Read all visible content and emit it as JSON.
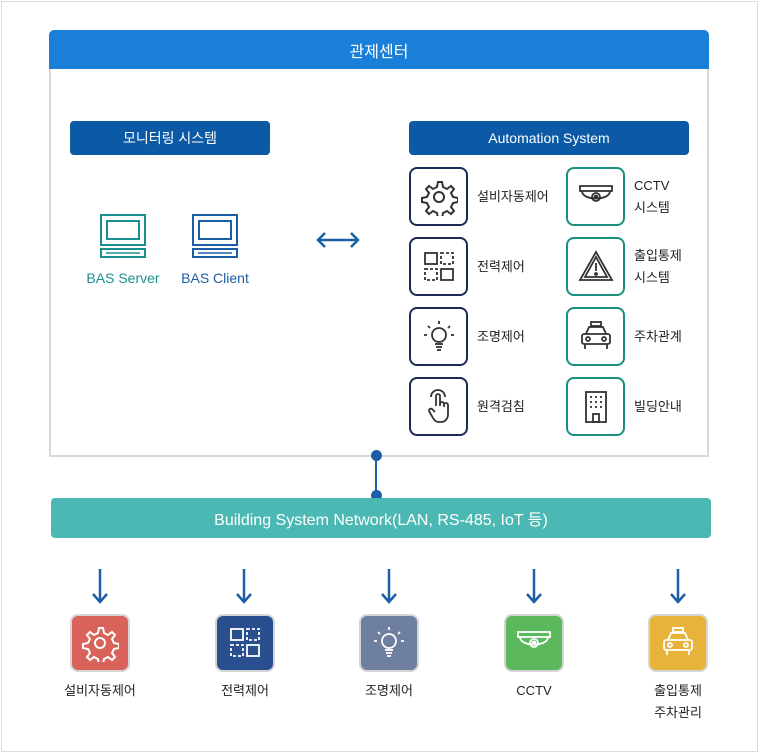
{
  "center": {
    "title": "관제센터"
  },
  "monitoring": {
    "title": "모니터링 시스템",
    "server_label": "BAS Server",
    "client_label": "BAS Client"
  },
  "automation": {
    "title": "Automation System",
    "items": [
      {
        "label": "설비자동제어",
        "icon": "gear-icon"
      },
      {
        "label": "전력제어",
        "icon": "power-panel-icon"
      },
      {
        "label": "조명제어",
        "icon": "light-bulb-icon"
      },
      {
        "label": "원격검침",
        "icon": "touch-hand-icon"
      },
      {
        "label": "CCTV\n시스템",
        "icon": "cctv-camera-icon"
      },
      {
        "label": "출입통제\n시스템",
        "icon": "warning-triangle-icon"
      },
      {
        "label": "주차관계",
        "icon": "car-icon"
      },
      {
        "label": "빌딩안내",
        "icon": "building-icon"
      }
    ]
  },
  "network": {
    "label": "Building System Network(LAN, RS-485, IoT 등)"
  },
  "devices": [
    {
      "label": "설비자동제어",
      "icon": "gear-icon",
      "color": "#d9625a"
    },
    {
      "label": "전력제어",
      "icon": "power-panel-icon",
      "color": "#2a4f8f"
    },
    {
      "label": "조명제어",
      "icon": "light-bulb-icon",
      "color": "#6f7f9f"
    },
    {
      "label": "CCTV",
      "icon": "cctv-camera-icon",
      "color": "#5cb85c"
    },
    {
      "label": "출입통제\n주차관리",
      "icon": "car-icon",
      "color": "#e8b33b"
    }
  ],
  "colors": {
    "primary_blue": "#1a7fd8",
    "navy": "#0c5aa6",
    "teal": "#4bb8b4",
    "icon_navy_border": "#1c2b55",
    "icon_teal_border": "#1a8f80"
  }
}
